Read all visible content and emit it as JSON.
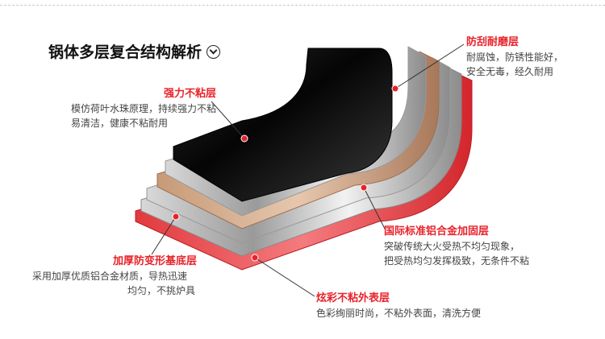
{
  "title": "锅体多层复合结构解析",
  "layers": [
    {
      "id": "nonstick",
      "name": "强力不粘层",
      "desc_lines": [
        "模仿荷叶水珠原理，持续强力不粘",
        "易清洁，健康不粘耐用"
      ]
    },
    {
      "id": "scratch",
      "name": "防刮耐磨层",
      "desc_lines": [
        "耐腐蚀，防锈性能好，",
        "安全无毒，经久耐用"
      ]
    },
    {
      "id": "alloy",
      "name": "国际标准铝合金加固层",
      "desc_lines": [
        "突破传统大火受热不均匀现象，",
        "把受热均匀发挥极致，无条件不粘"
      ]
    },
    {
      "id": "base",
      "name": "加厚防变形基底层",
      "desc_lines": [
        "采用加厚优质铝合金材质，导热迅速",
        "均匀，不挑炉具"
      ]
    },
    {
      "id": "outer",
      "name": "炫彩不粘外表层",
      "desc_lines": [
        "色彩绚丽时尚，不粘外表面，清洗方便"
      ]
    }
  ],
  "colors": {
    "accent": "#e8222a",
    "nonstick_layer": "#111111",
    "copper_layer": "#c79a78",
    "steel_layer": "#c8c8c8",
    "outer_layer": "#e8353a"
  }
}
